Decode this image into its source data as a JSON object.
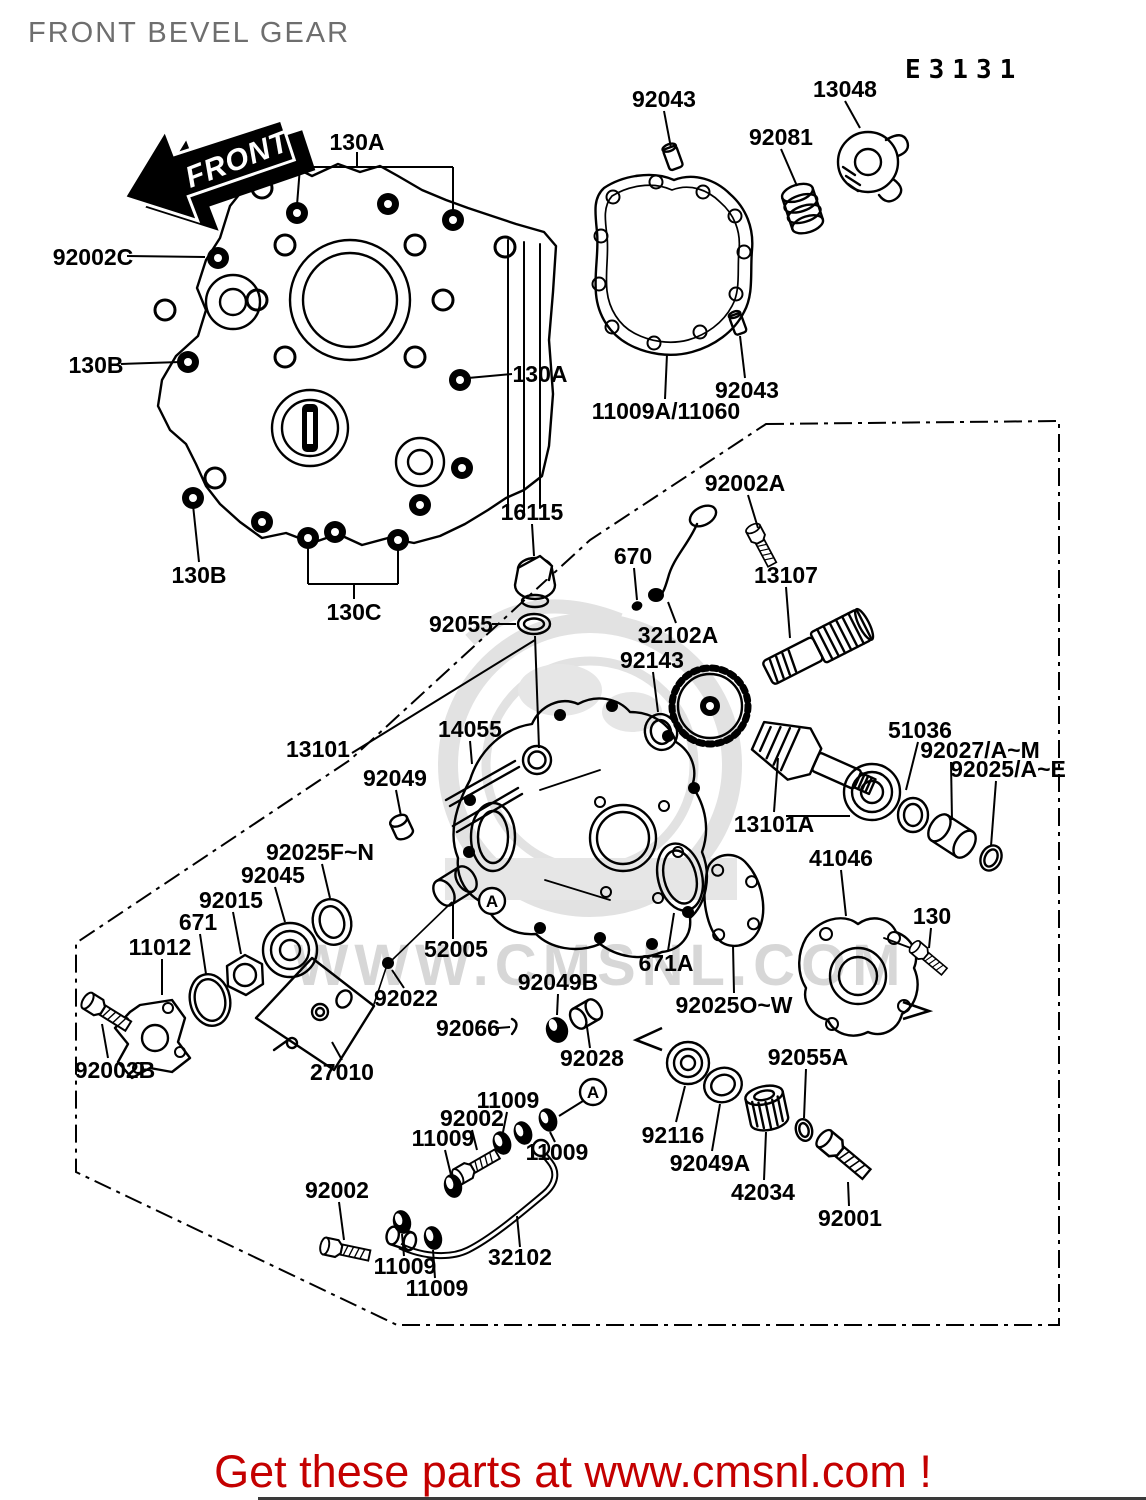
{
  "page": {
    "title": "FRONT BEVEL GEAR",
    "diagram_code": "E3131",
    "front_arrow": "FRONT",
    "footer": "Get these parts at www.cmsnl.com !",
    "watermark": "WWW.CMSNL.COM",
    "callout_a": "A"
  },
  "colors": {
    "title_gray": "#6e6e6e",
    "footer_red": "#c40000",
    "line_black": "#000000",
    "watermark_gray": "#d7d7d7"
  },
  "labels": [
    "130A",
    "92002C",
    "130B",
    "130A",
    "130B",
    "130C",
    "16115",
    "92055",
    "92043",
    "92081",
    "13048",
    "92043",
    "11009A/11060",
    "92002A",
    "670",
    "13107",
    "32102A",
    "92143",
    "14055",
    "13101",
    "92049",
    "92025F~N",
    "92045",
    "92015",
    "671",
    "11012",
    "92002B",
    "27010",
    "92022",
    "52005",
    "92066",
    "92049B",
    "92028",
    "671A",
    "92025O~W",
    "92116",
    "92049A",
    "42034",
    "92055A",
    "92001",
    "130",
    "51036",
    "92027/A~M",
    "92025/A~E",
    "13101A",
    "41046",
    "92002",
    "11009",
    "11009",
    "11009",
    "92002",
    "11009",
    "11009",
    "32102"
  ]
}
